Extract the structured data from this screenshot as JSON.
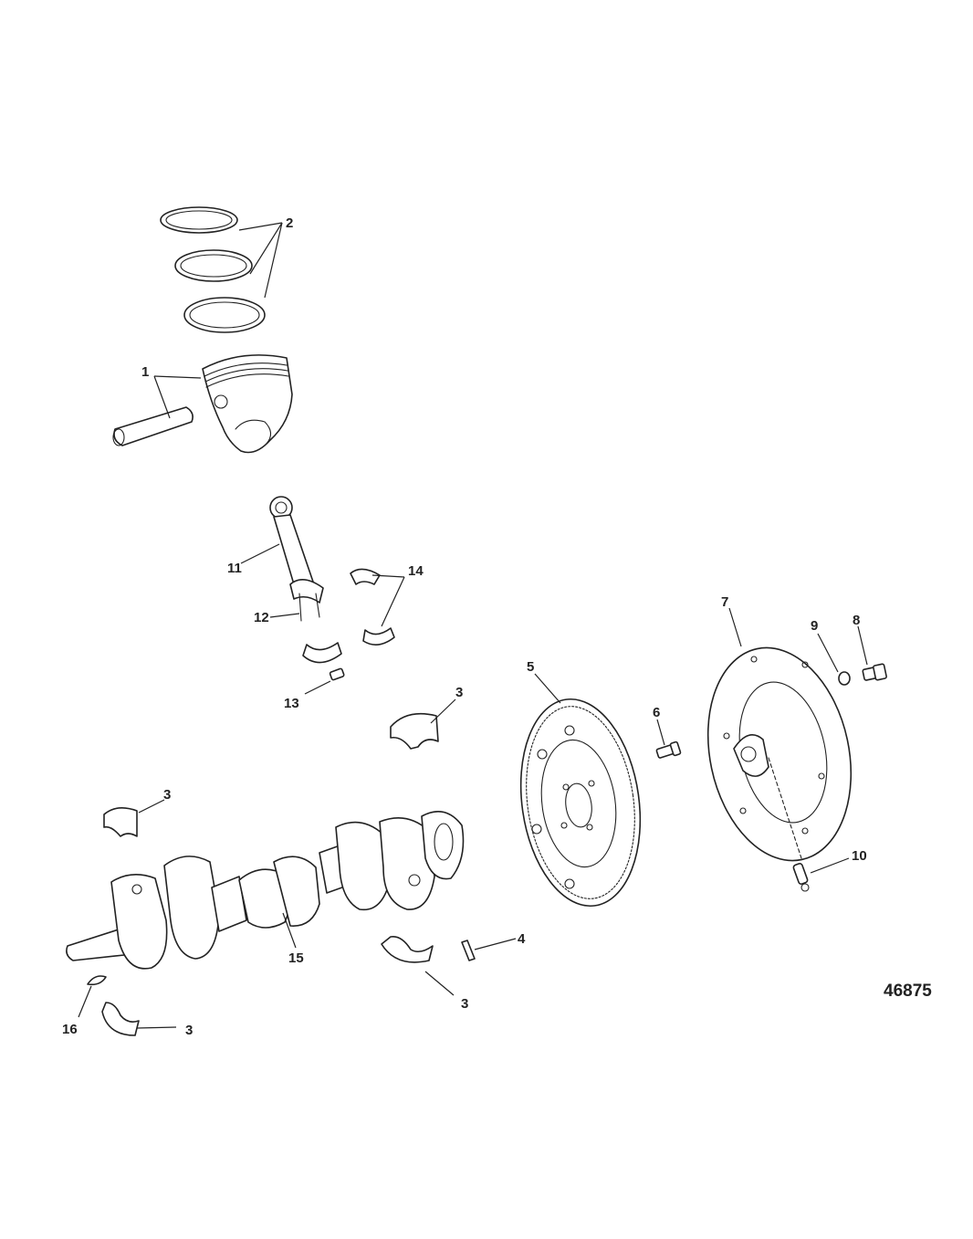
{
  "callouts": {
    "c1": "1",
    "c2": "2",
    "c3a": "3",
    "c3b": "3",
    "c3c": "3",
    "c3d": "3",
    "c4": "4",
    "c5": "5",
    "c6": "6",
    "c7": "7",
    "c8": "8",
    "c9": "9",
    "c10": "10",
    "c11": "11",
    "c12": "12",
    "c13": "13",
    "c14": "14",
    "c15": "15",
    "c16": "16"
  },
  "figure_number": "46875"
}
